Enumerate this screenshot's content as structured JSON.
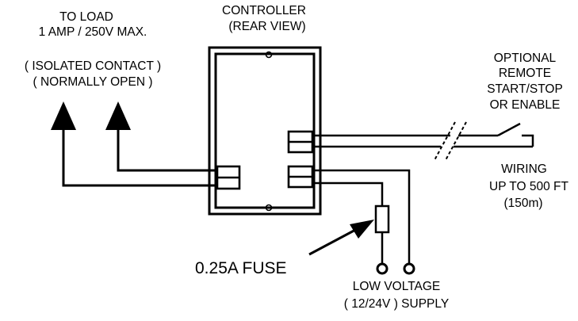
{
  "colors": {
    "ink": "#000000",
    "background": "#ffffff"
  },
  "labels": {
    "controller": [
      "CONTROLLER",
      "(REAR VIEW)"
    ],
    "load": [
      "TO LOAD",
      "1 AMP / 250V MAX.",
      "( ISOLATED CONTACT )",
      "( NORMALLY OPEN )"
    ],
    "remote": [
      "OPTIONAL",
      "REMOTE",
      "START/STOP",
      "OR ENABLE"
    ],
    "wiring": [
      "WIRING",
      "UP TO 500 FT",
      "(150m)"
    ],
    "fuse": "0.25A FUSE",
    "supply": [
      "LOW VOLTAGE",
      "( 12/24V ) SUPPLY"
    ]
  }
}
